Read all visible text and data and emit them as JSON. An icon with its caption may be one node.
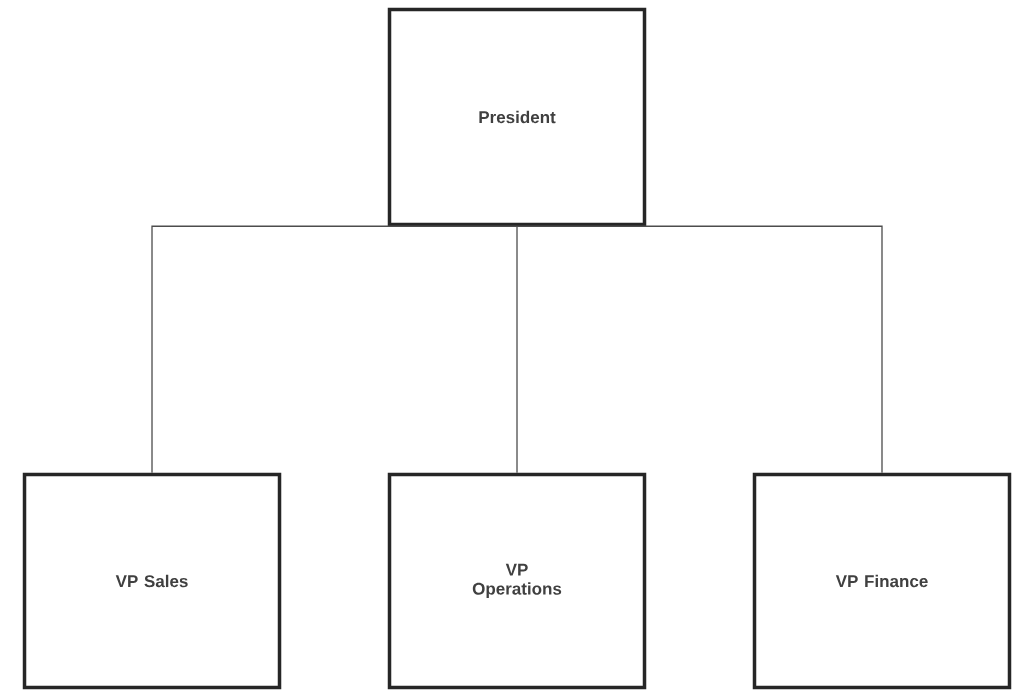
{
  "diagram": {
    "nodes": [
      {
        "text": [
          "President"
        ]
      },
      {
        "text": [
          "VP Sales"
        ]
      },
      {
        "text": [
          "VP Operations"
        ]
      },
      {
        "text": [
          "VP Finance"
        ]
      }
    ],
    "edges": [
      {
        "from": 0,
        "to": 1,
        "arrow": "none"
      },
      {
        "from": 0,
        "to": 2,
        "arrow": "none"
      },
      {
        "from": 0,
        "to": 3,
        "arrow": "none"
      }
    ]
  }
}
